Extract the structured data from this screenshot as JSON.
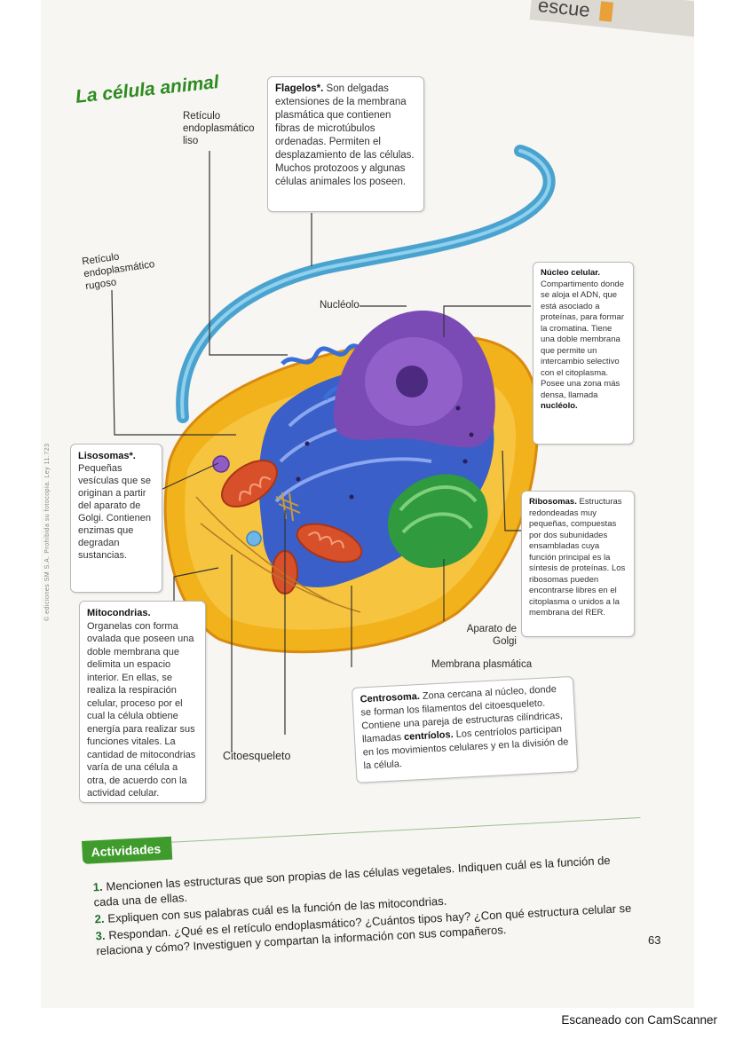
{
  "scan_header_fragment": "escue",
  "title": "La célula animal",
  "side_credit": "© ediciones SM S.A. Prohibida su fotocopia. Ley 11.723",
  "labels": {
    "rel": "Retículo endoplasmático liso",
    "rer": "Retículo endoplasmático rugoso",
    "nucleolo": "Nucléolo",
    "golgi": "Aparato de Golgi",
    "membrana": "Membrana plasmática",
    "citoesqueleto": "Citoesqueleto"
  },
  "boxes": {
    "flagelos": {
      "term": "Flagelos*.",
      "text": "Son delgadas extensiones de la membrana plasmática que contienen fibras de microtúbulos ordenadas. Permiten el desplazamiento de las células. Muchos protozoos y algunas células animales los poseen."
    },
    "nucleo": {
      "term": "Núcleo celular.",
      "text": "Compartimento donde se aloja el ADN, que está asociado a proteínas, para formar la cromatina. Tiene una doble membrana que permite un intercambio selectivo con el citoplasma. Posee una zona más densa, llamada",
      "end": "nucléolo."
    },
    "lisosomas": {
      "term": "Lisosomas*.",
      "text": "Pequeñas vesículas que se originan a partir del aparato de Golgi. Contienen enzimas que degradan sustancias."
    },
    "ribosomas": {
      "term": "Ribosomas.",
      "text": "Estructuras redondeadas muy pequeñas, compuestas por dos subunidades ensambladas cuya función principal es la síntesis de proteínas. Los ribosomas pueden encontrarse libres en el citoplasma o unidos a la membrana del RER."
    },
    "mitocondrias": {
      "term": "Mitocondrias.",
      "text": "Organelas con forma ovalada que poseen una doble membrana que delimita un espacio interior. En ellas, se realiza la respiración celular, proceso por el cual la célula obtiene energía para realizar sus funciones vitales. La cantidad de mitocondrias varía de una célula a otra, de acuerdo con la actividad celular."
    },
    "centrosoma": {
      "term": "Centrosoma.",
      "text": "Zona cercana al núcleo, donde se forman los filamentos del citoesqueleto. Contiene una pareja de estructuras cilíndricas, llamadas",
      "mid": "centríolos.",
      "end": "Los centríolos participan en los movimientos celulares y en la división de la célula."
    }
  },
  "activities": {
    "tab": "Actividades",
    "items": [
      {
        "n": "1.",
        "text": "Mencionen las estructuras que son propias de las células vegetales. Indiquen cuál es la función de cada una de ellas."
      },
      {
        "n": "2.",
        "text": "Expliquen con sus palabras cuál es la función de las mitocondrias."
      },
      {
        "n": "3.",
        "text": "Respondan. ¿Qué es el retículo endoplasmático? ¿Cuántos tipos hay? ¿Con qué estructura celular se relaciona y cómo? Investiguen y compartan la información con sus compañeros."
      }
    ]
  },
  "page_number": "63",
  "scanner_footer": "Escaneado con CamScanner",
  "colors": {
    "accent_green": "#3e9b2c",
    "cytoplasm": "#f2b21c",
    "nucleus": "#7b4bb5",
    "er": "#3a5fc8",
    "golgi": "#2f9a3e",
    "mitochondria": "#d8502a",
    "flagellum": "#4aa3cf"
  }
}
